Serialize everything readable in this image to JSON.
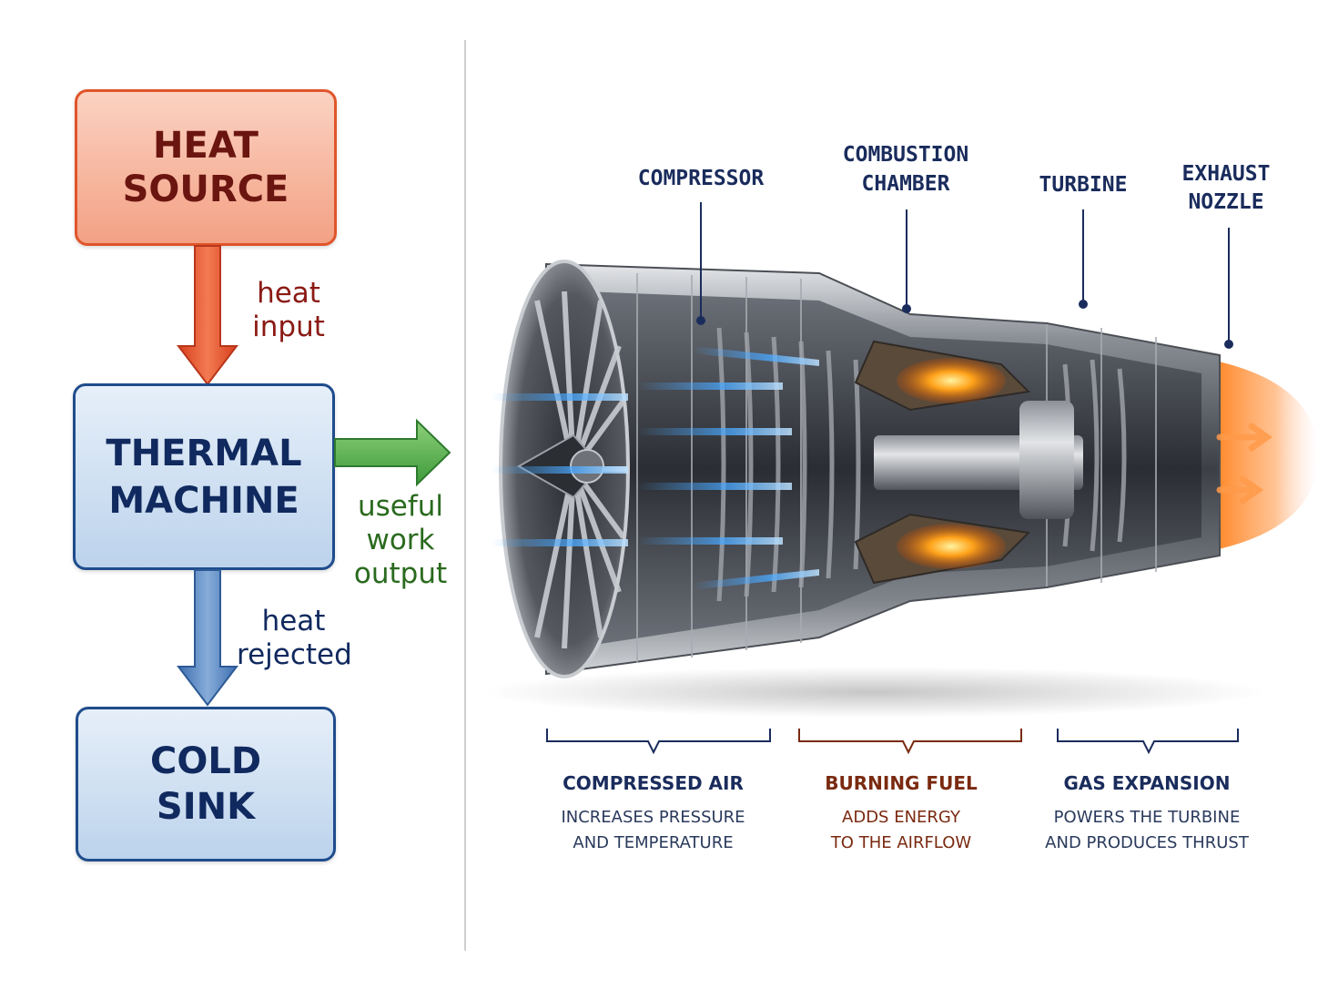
{
  "cycle": {
    "heat_source": {
      "line1": "HEAT",
      "line2": "SOURCE"
    },
    "thermal_machine": {
      "line1": "THERMAL",
      "line2": "MACHINE"
    },
    "cold_sink": {
      "line1": "COLD",
      "line2": "SINK"
    },
    "heat_input": {
      "line1": "heat",
      "line2": "input"
    },
    "useful_work": {
      "line1": "useful",
      "line2": "work",
      "line3": "output"
    },
    "heat_rejected": {
      "line1": "heat",
      "line2": "rejected"
    }
  },
  "engine": {
    "compressor": "COMPRESSOR",
    "combustion": {
      "line1": "COMBUSTION",
      "line2": "CHAMBER"
    },
    "turbine": "TURBINE",
    "exhaust": {
      "line1": "EXHAUST",
      "line2": "NOZZLE"
    }
  },
  "stages": [
    {
      "title": "COMPRESSED AIR",
      "line1": "INCREASES PRESSURE",
      "line2": "AND TEMPERATURE"
    },
    {
      "title": "BURNING FUEL",
      "line1": "ADDS ENERGY",
      "line2": "TO THE AIRFLOW"
    },
    {
      "title": "GAS EXPANSION",
      "line1": "POWERS THE TURBINE",
      "line2": "AND PRODUCES THRUST"
    }
  ],
  "colors": {
    "heat": "#e0552b",
    "cold": "#1f4c8c",
    "work": "#2e8a2e",
    "navy": "#1a2c5c",
    "burn": "#7a2a10"
  }
}
